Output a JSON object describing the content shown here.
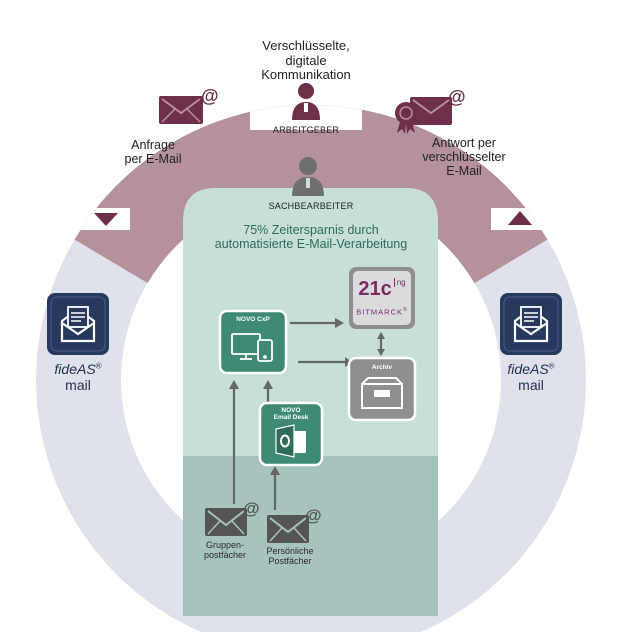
{
  "colors": {
    "mauve": "#b5919f",
    "ring_light": "#dfe2ea",
    "teal_light": "#c8dfd8",
    "teal_dark": "#a6c3bd",
    "teal_button": "#3e8a75",
    "grey_box": "#8f8f92",
    "navy": "#273a5e",
    "person": "#6e2f4a",
    "arrow": "#676767"
  },
  "top": {
    "title_lines": [
      "Verschlüsselte,",
      "digitale",
      "Kommunikation"
    ],
    "employer_label": "ARBEITGEBER"
  },
  "left_segment": {
    "label_lines": [
      "Anfrage",
      "per E-Mail"
    ],
    "icon": "envelope-at-icon"
  },
  "right_segment": {
    "label_lines": [
      "Antwort per",
      "verschlüsselter",
      "E-Mail"
    ],
    "icon": "certified-envelope-at-icon"
  },
  "center": {
    "clerk_label": "SACHBEARBEITER",
    "headline_lines": [
      "75% Zeitersparnis durch",
      "automatisierte E-Mail-Verarbeitung"
    ]
  },
  "left_fideas": {
    "name": "fideAS",
    "sup": "®",
    "line2": "mail"
  },
  "right_fideas": {
    "name": "fideAS",
    "sup": "®",
    "line2": "mail"
  },
  "novo_cxp": {
    "label": "NOVO CxP",
    "icon": "devices-icon"
  },
  "novo_email": {
    "label_line1": "NOVO",
    "label_line2": "Email Desk",
    "icon": "outlook-icon"
  },
  "bitmarck": {
    "logo_main": "21c",
    "logo_sup": "ng",
    "brand": "BITMARCK",
    "brand_sup": "®"
  },
  "archiv": {
    "label": "Archiv",
    "icon": "archive-box-icon"
  },
  "mailboxes": [
    {
      "label_lines": [
        "Gruppen-",
        "postfächer"
      ],
      "icon": "envelope-at-icon"
    },
    {
      "label_lines": [
        "Persönliche",
        "Postfächer"
      ],
      "icon": "envelope-at-icon"
    }
  ]
}
